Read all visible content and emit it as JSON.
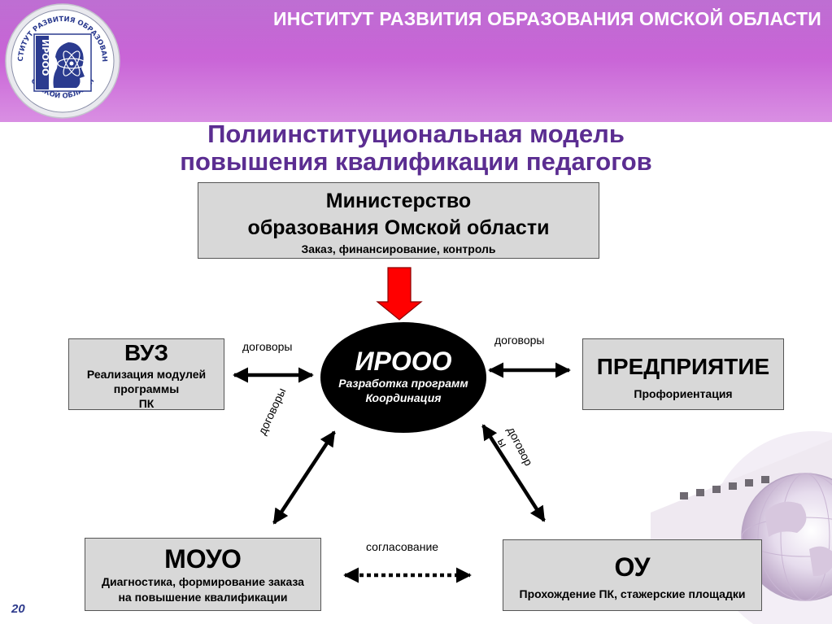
{
  "header": {
    "institute_name": "ИНСТИТУТ РАЗВИТИЯ ОБРАЗОВАНИЯ ОМСКОЙ ОБЛАСТИ",
    "logo": {
      "arc_top": "ИНСТИТУТ РАЗВИТИЯ ОБРАЗОВАНИЯ",
      "arc_bottom": "ОМСКОЙ ОБЛАСТИ",
      "mark": "ИРООО"
    }
  },
  "title": {
    "line1": "Полиинституциональная модель",
    "line2": "повышения квалификации педагогов"
  },
  "ministry": {
    "line1": "Министерство",
    "line2": "образования Омской области",
    "sub": "Заказ, финансирование, контроль"
  },
  "center": {
    "name": "ИРООО",
    "line1": "Разработка программ",
    "line2": "Координация"
  },
  "vuz": {
    "name": "ВУЗ",
    "line1": "Реализация модулей",
    "line2": "программы",
    "line3": "ПК"
  },
  "enterprise": {
    "name": "ПРЕДПРИЯТИЕ",
    "sub": "Профориентация"
  },
  "mouo": {
    "name": "МОУО",
    "line1": "Диагностика, формирование заказа",
    "line2": "на повышение квалификации"
  },
  "ou": {
    "name": "ОУ",
    "sub": "Прохождение ПК, стажерские площадки"
  },
  "labels": {
    "contracts_left": "договоры",
    "contracts_right": "договоры",
    "contracts_lower_left": "договоры",
    "contracts_lower_right_1": "договор",
    "contracts_lower_right_2": "ы",
    "agreement": "согласование"
  },
  "colors": {
    "header": "#c05ad2",
    "title": "#5b2d91",
    "box_fill": "#d8d8d8",
    "down_arrow": "#ff0000",
    "page_number": "#2d3a8c"
  },
  "page_number": "20"
}
